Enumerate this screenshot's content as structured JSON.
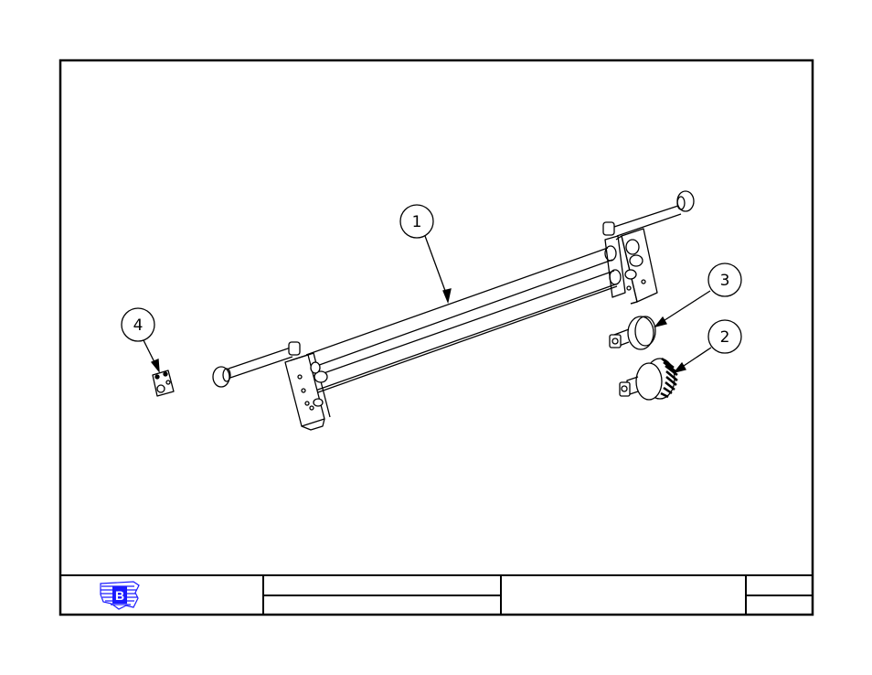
{
  "drawing": {
    "callouts": [
      {
        "id": "1",
        "label": "1"
      },
      {
        "id": "2",
        "label": "2"
      },
      {
        "id": "3",
        "label": "3"
      },
      {
        "id": "4",
        "label": "4"
      }
    ]
  },
  "title_block": {
    "logo_letter": "B",
    "logo_icon": "usa-map-logo-icon",
    "colors": {
      "logo_blue": "#1a1aff",
      "line": "#000000"
    }
  }
}
